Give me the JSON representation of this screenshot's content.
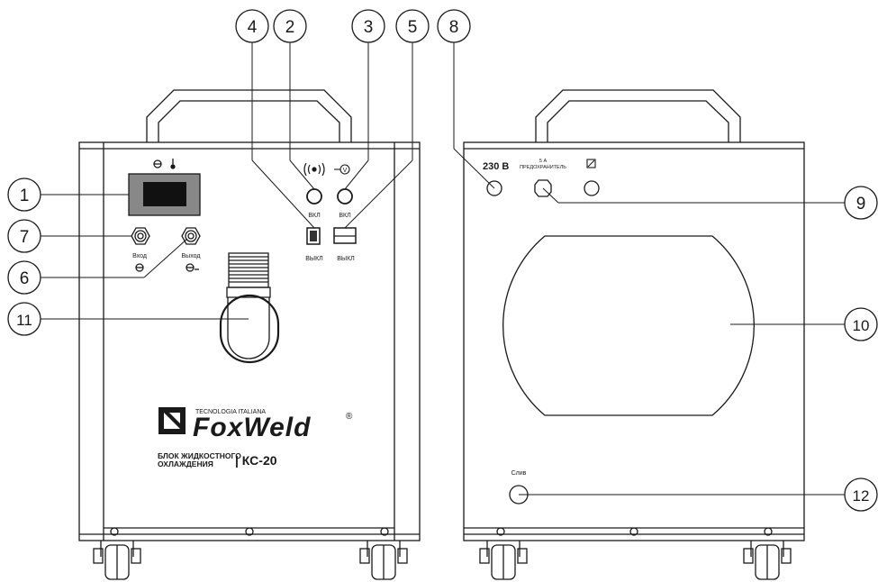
{
  "front": {
    "brand_tagline": "TECNOLOGIA ITALIANA",
    "brand_name": "FoxWeld",
    "brand_registered": "®",
    "product_desc_line1": "БЛОК ЖИДКОСТНОГО",
    "product_desc_line2": "ОХЛАЖДЕНИЯ",
    "model": "| КС-20",
    "switch_on_left": "ВКЛ",
    "switch_on_right": "ВКЛ",
    "switch_off_left": "ВЫКЛ",
    "switch_off_right": "ВЫКЛ",
    "inlet_label": "Вход",
    "outlet_label": "Выход"
  },
  "back": {
    "voltage_label": "230 В",
    "fuse_rating": "5 А",
    "fuse_label": "ПРЕДОХРАНИТЕЛЬ",
    "drain_label": "Слив"
  },
  "callouts": [
    "1",
    "2",
    "3",
    "4",
    "5",
    "6",
    "7",
    "8",
    "9",
    "10",
    "11",
    "12"
  ],
  "icons": {
    "pump_indicator": "radio-waves-icon",
    "voltage_indicator": "arrow-v-icon",
    "level_gauge": "level-icon",
    "thermometer": "thermometer-icon",
    "fill_hatch": "expand-icon"
  }
}
